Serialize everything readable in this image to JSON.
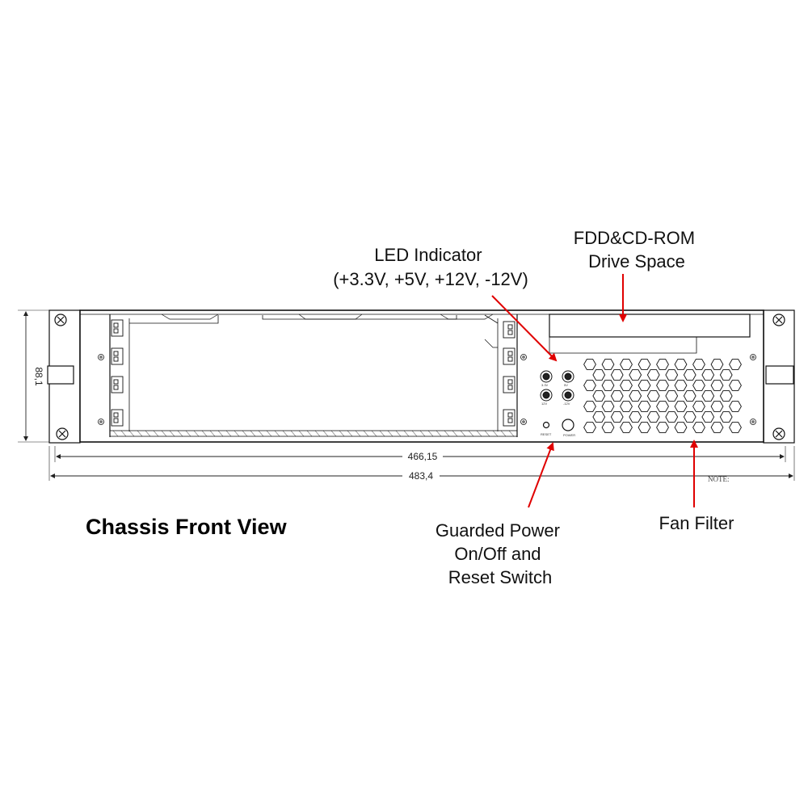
{
  "title": "Chassis Front View",
  "callouts": {
    "led": [
      "LED Indicator",
      "(+3.3V, +5V, +12V, -12V)"
    ],
    "drive": [
      "FDD&CD-ROM",
      "Drive Space"
    ],
    "power": [
      "Guarded Power",
      "On/Off and",
      "Reset Switch"
    ],
    "fan": [
      "Fan Filter"
    ]
  },
  "dimensions": {
    "height": "88,1",
    "inner_width": "466,15",
    "overall_width": "483,4"
  },
  "panel_labels": {
    "led_1": "3.3V",
    "led_2": "5V",
    "led_3": "12V",
    "led_4": "-12V",
    "reset": "RESET",
    "power": "POWER"
  },
  "note": "NOTE:",
  "colors": {
    "arrow": "#e00000",
    "line": "#111111"
  }
}
